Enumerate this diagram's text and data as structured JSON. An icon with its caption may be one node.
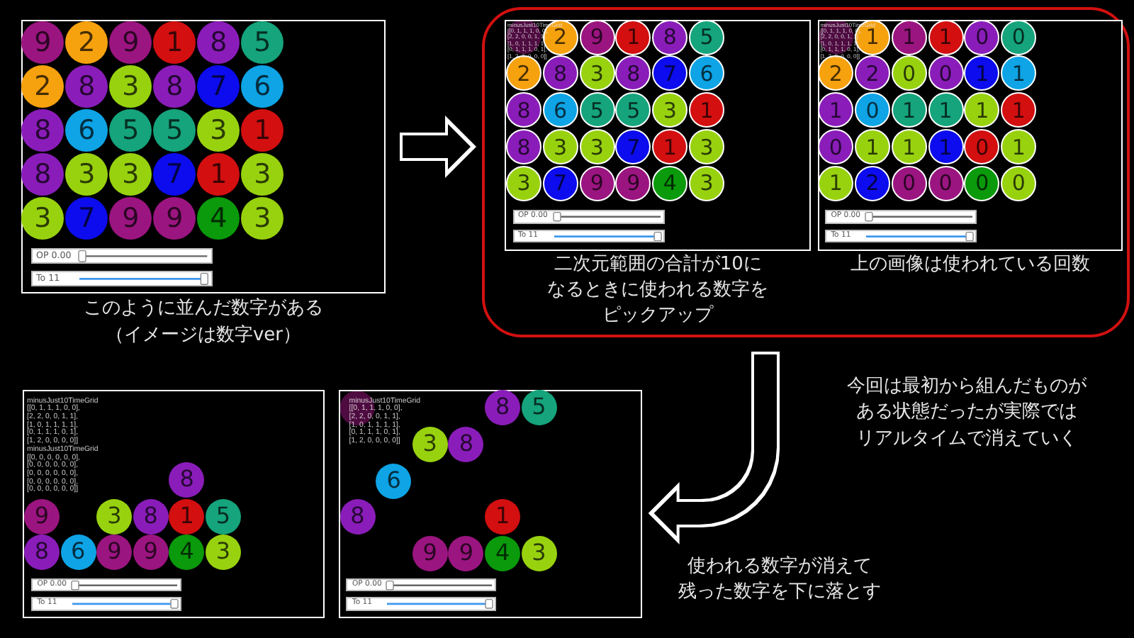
{
  "diagram": {
    "nodes": [
      {
        "text": [],
        "shape": "box",
        "beside": [
          "このように並んだ数字がある",
          "（イメージは数字ver）"
        ]
      },
      {
        "text": [
          "9"
        ],
        "in": 0
      },
      {
        "text": [
          "2"
        ],
        "in": 0
      },
      {
        "text": [
          "9"
        ],
        "in": 0
      },
      {
        "text": [
          "1"
        ],
        "in": 0
      },
      {
        "text": [
          "8"
        ],
        "in": 0
      },
      {
        "text": [
          "5"
        ],
        "in": 0
      },
      {
        "text": [
          "2"
        ],
        "in": 0
      },
      {
        "text": [
          "8"
        ],
        "in": 0
      },
      {
        "text": [
          "3"
        ],
        "in": 0
      },
      {
        "text": [
          "8"
        ],
        "in": 0
      },
      {
        "text": [
          "7"
        ],
        "in": 0
      },
      {
        "text": [
          "6"
        ],
        "in": 0
      },
      {
        "text": [
          "8"
        ],
        "in": 0
      },
      {
        "text": [
          "6"
        ],
        "in": 0
      },
      {
        "text": [
          "5"
        ],
        "in": 0
      },
      {
        "text": [
          "5"
        ],
        "in": 0
      },
      {
        "text": [
          "3"
        ],
        "in": 0
      },
      {
        "text": [
          "1"
        ],
        "in": 0
      },
      {
        "text": [
          "8"
        ],
        "in": 0
      },
      {
        "text": [
          "3"
        ],
        "in": 0
      },
      {
        "text": [
          "3"
        ],
        "in": 0
      },
      {
        "text": [
          "7"
        ],
        "in": 0
      },
      {
        "text": [
          "1"
        ],
        "in": 0
      },
      {
        "text": [
          "3"
        ],
        "in": 0
      },
      {
        "text": [
          "3"
        ],
        "in": 0
      },
      {
        "text": [
          "7"
        ],
        "in": 0
      },
      {
        "text": [
          "9"
        ],
        "in": 0
      },
      {
        "text": [
          "9"
        ],
        "in": 0
      },
      {
        "text": [
          "4"
        ],
        "in": 0
      },
      {
        "text": [
          "3"
        ],
        "in": 0
      },
      {
        "text": [
          "OP 0.00"
        ],
        "in": 0
      },
      {
        "text": [
          "To 11"
        ],
        "in": 0
      },
      {
        "text": [],
        "shape": "box"
      },
      {
        "text": [
          "minusJust10TimeGrid",
          "[[0, 1, 1, 1, 0, 0], [2, 2, 0, 0, 1, 1], [1, 0, 1, 1, 1, 1], [0, 1, 1, 1, 0, 1], [1, 2, 0, 0, 0, 0]]"
        ],
        "in": 33,
        "beside": [
          "二次元範囲の合計が10になるときに使われる数字をピックアップ"
        ]
      },
      {
        "text": [
          "2"
        ],
        "in": 34
      },
      {
        "text": [
          "9"
        ],
        "in": 34
      },
      {
        "text": [
          "1"
        ],
        "in": 34
      },
      {
        "text": [
          "8"
        ],
        "in": 34
      },
      {
        "text": [
          "5"
        ],
        "in": 34
      },
      {
        "text": [
          "2"
        ],
        "in": 34
      },
      {
        "text": [
          "8"
        ],
        "in": 34
      },
      {
        "text": [
          "3"
        ],
        "in": 34
      },
      {
        "text": [
          "8"
        ],
        "in": 34
      },
      {
        "text": [
          "7"
        ],
        "in": 34
      },
      {
        "text": [
          "6"
        ],
        "in": 34
      },
      {
        "text": [
          "8"
        ],
        "in": 34
      },
      {
        "text": [
          "6"
        ],
        "in": 34
      },
      {
        "text": [
          "5"
        ],
        "in": 34
      },
      {
        "text": [
          "5"
        ],
        "in": 34
      },
      {
        "text": [
          "3"
        ],
        "in": 34
      },
      {
        "text": [
          "1"
        ],
        "in": 34
      },
      {
        "text": [
          "8"
        ],
        "in": 34
      },
      {
        "text": [
          "3"
        ],
        "in": 34
      },
      {
        "text": [
          "3"
        ],
        "in": 34
      },
      {
        "text": [
          "7"
        ],
        "in": 34
      },
      {
        "text": [
          "1"
        ],
        "in": 34
      },
      {
        "text": [
          "3"
        ],
        "in": 34
      },
      {
        "text": [
          "3"
        ],
        "in": 34
      },
      {
        "text": [
          "7"
        ],
        "in": 34
      },
      {
        "text": [
          "9"
        ],
        "in": 34
      },
      {
        "text": [
          "9"
        ],
        "in": 34
      },
      {
        "text": [
          "4"
        ],
        "in": 34
      },
      {
        "text": [
          "3"
        ],
        "in": 34
      },
      {
        "text": [
          "OP 0.00"
        ],
        "in": 34
      },
      {
        "text": [
          "To 11"
        ],
        "in": 34
      },
      {
        "text": [
          "minusJust10TimeGrid",
          "[[0, 1, 1, 1, 0, 0], [2, 2, 0, 0, 1, 1], [1, 0, 1, 1, 1, 1], [0, 1, 1, 1, 0, 1], [1, 2, 0, 0, 0, 0]]"
        ],
        "in": 33,
        "beside": [
          "上の画像は使われている回数"
        ]
      },
      {
        "text": [
          "1"
        ],
        "in": 66
      },
      {
        "text": [
          "1"
        ],
        "in": 66
      },
      {
        "text": [
          "1"
        ],
        "in": 66
      },
      {
        "text": [
          "0"
        ],
        "in": 66
      },
      {
        "text": [
          "0"
        ],
        "in": 66
      },
      {
        "text": [
          "2"
        ],
        "in": 66
      },
      {
        "text": [
          "2"
        ],
        "in": 66
      },
      {
        "text": [
          "0"
        ],
        "in": 66
      },
      {
        "text": [
          "0"
        ],
        "in": 66
      },
      {
        "text": [
          "1"
        ],
        "in": 66
      },
      {
        "text": [
          "1"
        ],
        "in": 66
      },
      {
        "text": [
          "1"
        ],
        "in": 66
      },
      {
        "text": [
          "0"
        ],
        "in": 66
      },
      {
        "text": [
          "1"
        ],
        "in": 66
      },
      {
        "text": [
          "1"
        ],
        "in": 66
      },
      {
        "text": [
          "1"
        ],
        "in": 66
      },
      {
        "text": [
          "1"
        ],
        "in": 66
      },
      {
        "text": [
          "0"
        ],
        "in": 66
      },
      {
        "text": [
          "1"
        ],
        "in": 66
      },
      {
        "text": [
          "1"
        ],
        "in": 66
      },
      {
        "text": [
          "1"
        ],
        "in": 66
      },
      {
        "text": [
          "0"
        ],
        "in": 66
      },
      {
        "text": [
          "1"
        ],
        "in": 66
      },
      {
        "text": [
          "1"
        ],
        "in": 66
      },
      {
        "text": [
          "2"
        ],
        "in": 66
      },
      {
        "text": [
          "0"
        ],
        "in": 66
      },
      {
        "text": [
          "0"
        ],
        "in": 66
      },
      {
        "text": [
          "0"
        ],
        "in": 66
      },
      {
        "text": [
          "0"
        ],
        "in": 66
      },
      {
        "text": [
          "OP 0.00"
        ],
        "in": 66
      },
      {
        "text": [
          "To 11"
        ],
        "in": 66
      },
      {
        "text": [
          "minusJust10TimeGrid",
          "[[0, 1, 1, 1, 0, 0], [2, 2, 0, 0, 1, 1], [1, 0, 1, 1, 1, 1], [0, 1, 1, 1, 0, 1], [1, 2, 0, 0, 0, 0]]",
          "minusJust10TimeGrid",
          "[[0, 0, 0, 0, 0, 0], [0, 0, 0, 0, 0, 0], [0, 0, 0, 0, 0, 0], [0, 0, 0, 0, 0, 0], [0, 0, 0, 0, 0, 0]]"
        ]
      },
      {
        "text": [
          "8"
        ],
        "in": 98
      },
      {
        "text": [
          "9"
        ],
        "in": 98
      },
      {
        "text": [
          "3"
        ],
        "in": 98
      },
      {
        "text": [
          "8"
        ],
        "in": 98
      },
      {
        "text": [
          "1"
        ],
        "in": 98
      },
      {
        "text": [
          "5"
        ],
        "in": 98
      },
      {
        "text": [
          "8"
        ],
        "in": 98
      },
      {
        "text": [
          "6"
        ],
        "in": 98
      },
      {
        "text": [
          "9"
        ],
        "in": 98
      },
      {
        "text": [
          "9"
        ],
        "in": 98
      },
      {
        "text": [
          "4"
        ],
        "in": 98
      },
      {
        "text": [
          "3"
        ],
        "in": 98
      },
      {
        "text": [
          "OP 0.00"
        ],
        "in": 98
      },
      {
        "text": [
          "To 11"
        ],
        "in": 98
      },
      {
        "text": [
          "minusJust10TimeGrid",
          "[[0, 1, 1, 1, 0, 0], [2, 2, 0, 0, 1, 1], [1, 0, 1, 1, 1, 1], [0, 1, 1, 1, 0, 1], [1, 2, 0, 0, 0, 0]]"
        ]
      },
      {
        "text": [
          "8"
        ],
        "in": 113
      },
      {
        "text": [
          "5"
        ],
        "in": 113
      },
      {
        "text": [
          "3"
        ],
        "in": 113
      },
      {
        "text": [
          "8"
        ],
        "in": 113
      },
      {
        "text": [
          "6"
        ],
        "in": 113
      },
      {
        "text": [
          "8"
        ],
        "in": 113
      },
      {
        "text": [
          "1"
        ],
        "in": 113
      },
      {
        "text": [
          "9"
        ],
        "in": 113
      },
      {
        "text": [
          "9"
        ],
        "in": 113
      },
      {
        "text": [
          "4"
        ],
        "in": 113
      },
      {
        "text": [
          "3"
        ],
        "in": 113
      },
      {
        "text": [
          "OP 0.00"
        ],
        "in": 113
      },
      {
        "text": [
          "To 11"
        ],
        "in": 113
      }
    ],
    "edges": [
      {
        "from": 0,
        "to": 33,
        "arrow": "to"
      },
      {
        "from": 33,
        "to": 113,
        "arrow": "to"
      }
    ],
    "labels": [
      "今回は最初から組んだものがある状態だったが実際ではリアルタイムで消えていく",
      "使われる数字が消えて残った数字を下に落とす"
    ]
  }
}
